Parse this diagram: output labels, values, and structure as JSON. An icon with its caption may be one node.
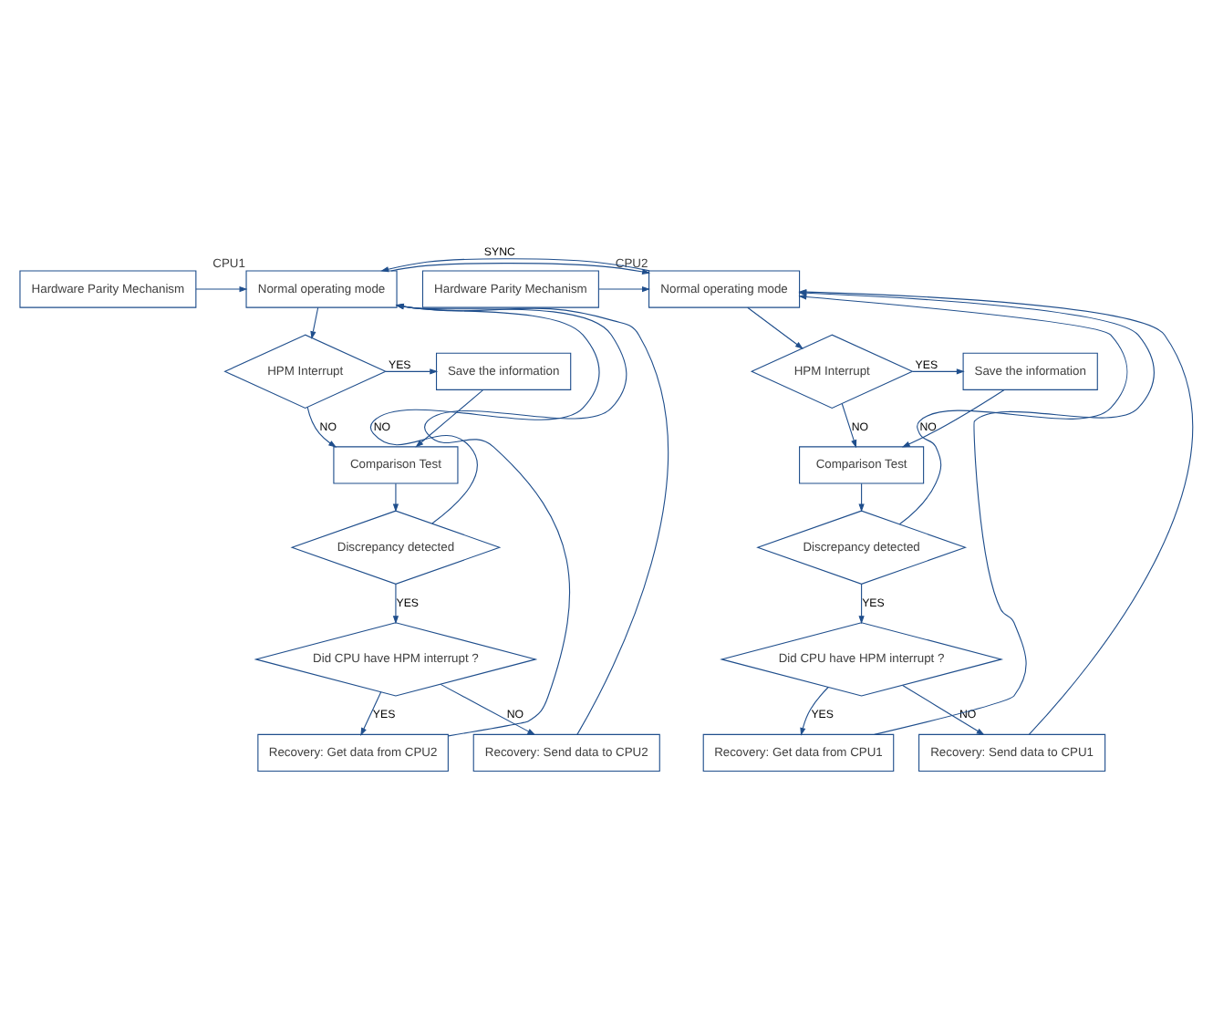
{
  "diagram": {
    "nodes": [
      {
        "text": [
          "Hardware Parity Mechanism"
        ]
      },
      {
        "text": [
          "Normal operating mode"
        ],
        "beside": [
          "CPU1"
        ]
      },
      {
        "text": [
          "Normal operating mode"
        ],
        "beside": [
          "CPU2"
        ]
      },
      {
        "text": [
          "Hardware Parity Mechanism"
        ]
      },
      {
        "text": [
          "Save the information"
        ]
      },
      {
        "text": [
          "HPM Interrupt"
        ]
      },
      {
        "text": [
          "HPM Interrupt"
        ]
      },
      {
        "text": [
          "Save the information"
        ]
      },
      {
        "text": [
          "Comparison Test"
        ]
      },
      {
        "text": [
          "Comparison Test"
        ]
      },
      {
        "text": [
          "Discrepancy detected"
        ]
      },
      {
        "text": [
          "Discrepancy detected"
        ]
      },
      {
        "text": [
          "Did CPU have HPM interrupt ?"
        ]
      },
      {
        "text": [
          "Did CPU have HPM interrupt ?"
        ]
      },
      {
        "text": [
          "Recovery: Get data from CPU2"
        ]
      },
      {
        "text": [
          "Recovery: Get data from CPU1"
        ]
      },
      {
        "text": [
          "Recovery: Send data to CPU2"
        ]
      },
      {
        "text": [
          "Recovery: Send data to CPU1"
        ]
      }
    ],
    "edges": [
      {
        "from": 0,
        "to": 1,
        "arrow": "to"
      },
      {
        "from": 1,
        "to": 2,
        "arrow": "to"
      },
      {
        "from": 2,
        "to": 1,
        "arrow": "to",
        "label": "SYNC"
      },
      {
        "from": 3,
        "to": 2,
        "arrow": "to"
      },
      {
        "from": 1,
        "to": 5,
        "arrow": "to"
      },
      {
        "from": 5,
        "to": 4,
        "arrow": "to",
        "label": "YES"
      },
      {
        "from": 4,
        "to": 8,
        "arrow": "to"
      },
      {
        "from": 5,
        "to": 8,
        "arrow": "to",
        "label": "NO"
      },
      {
        "from": 2,
        "to": 6,
        "arrow": "to"
      },
      {
        "from": 6,
        "to": 7,
        "arrow": "to",
        "label": "YES"
      },
      {
        "from": 7,
        "to": 9,
        "arrow": "to"
      },
      {
        "from": 6,
        "to": 9,
        "arrow": "to",
        "label": "NO"
      },
      {
        "from": 8,
        "to": 10,
        "arrow": "to"
      },
      {
        "from": 10,
        "to": 1,
        "arrow": "to",
        "label": "NO"
      },
      {
        "from": 10,
        "to": 12,
        "arrow": "to",
        "label": "YES"
      },
      {
        "from": 12,
        "to": 16,
        "arrow": "to",
        "label": "NO"
      },
      {
        "from": 12,
        "to": 14,
        "arrow": "to",
        "label": "YES"
      },
      {
        "from": 14,
        "to": 1,
        "arrow": "to"
      },
      {
        "from": 16,
        "to": 1,
        "arrow": "to"
      },
      {
        "from": 9,
        "to": 11,
        "arrow": "to"
      },
      {
        "from": 11,
        "to": 2,
        "arrow": "to",
        "label": "NO"
      },
      {
        "from": 11,
        "to": 13,
        "arrow": "to",
        "label": "YES"
      },
      {
        "from": 13,
        "to": 17,
        "arrow": "to",
        "label": "NO"
      },
      {
        "from": 13,
        "to": 15,
        "arrow": "to",
        "label": "YES"
      },
      {
        "from": 15,
        "to": 2,
        "arrow": "to"
      },
      {
        "from": 17,
        "to": 2,
        "arrow": "to"
      }
    ]
  }
}
